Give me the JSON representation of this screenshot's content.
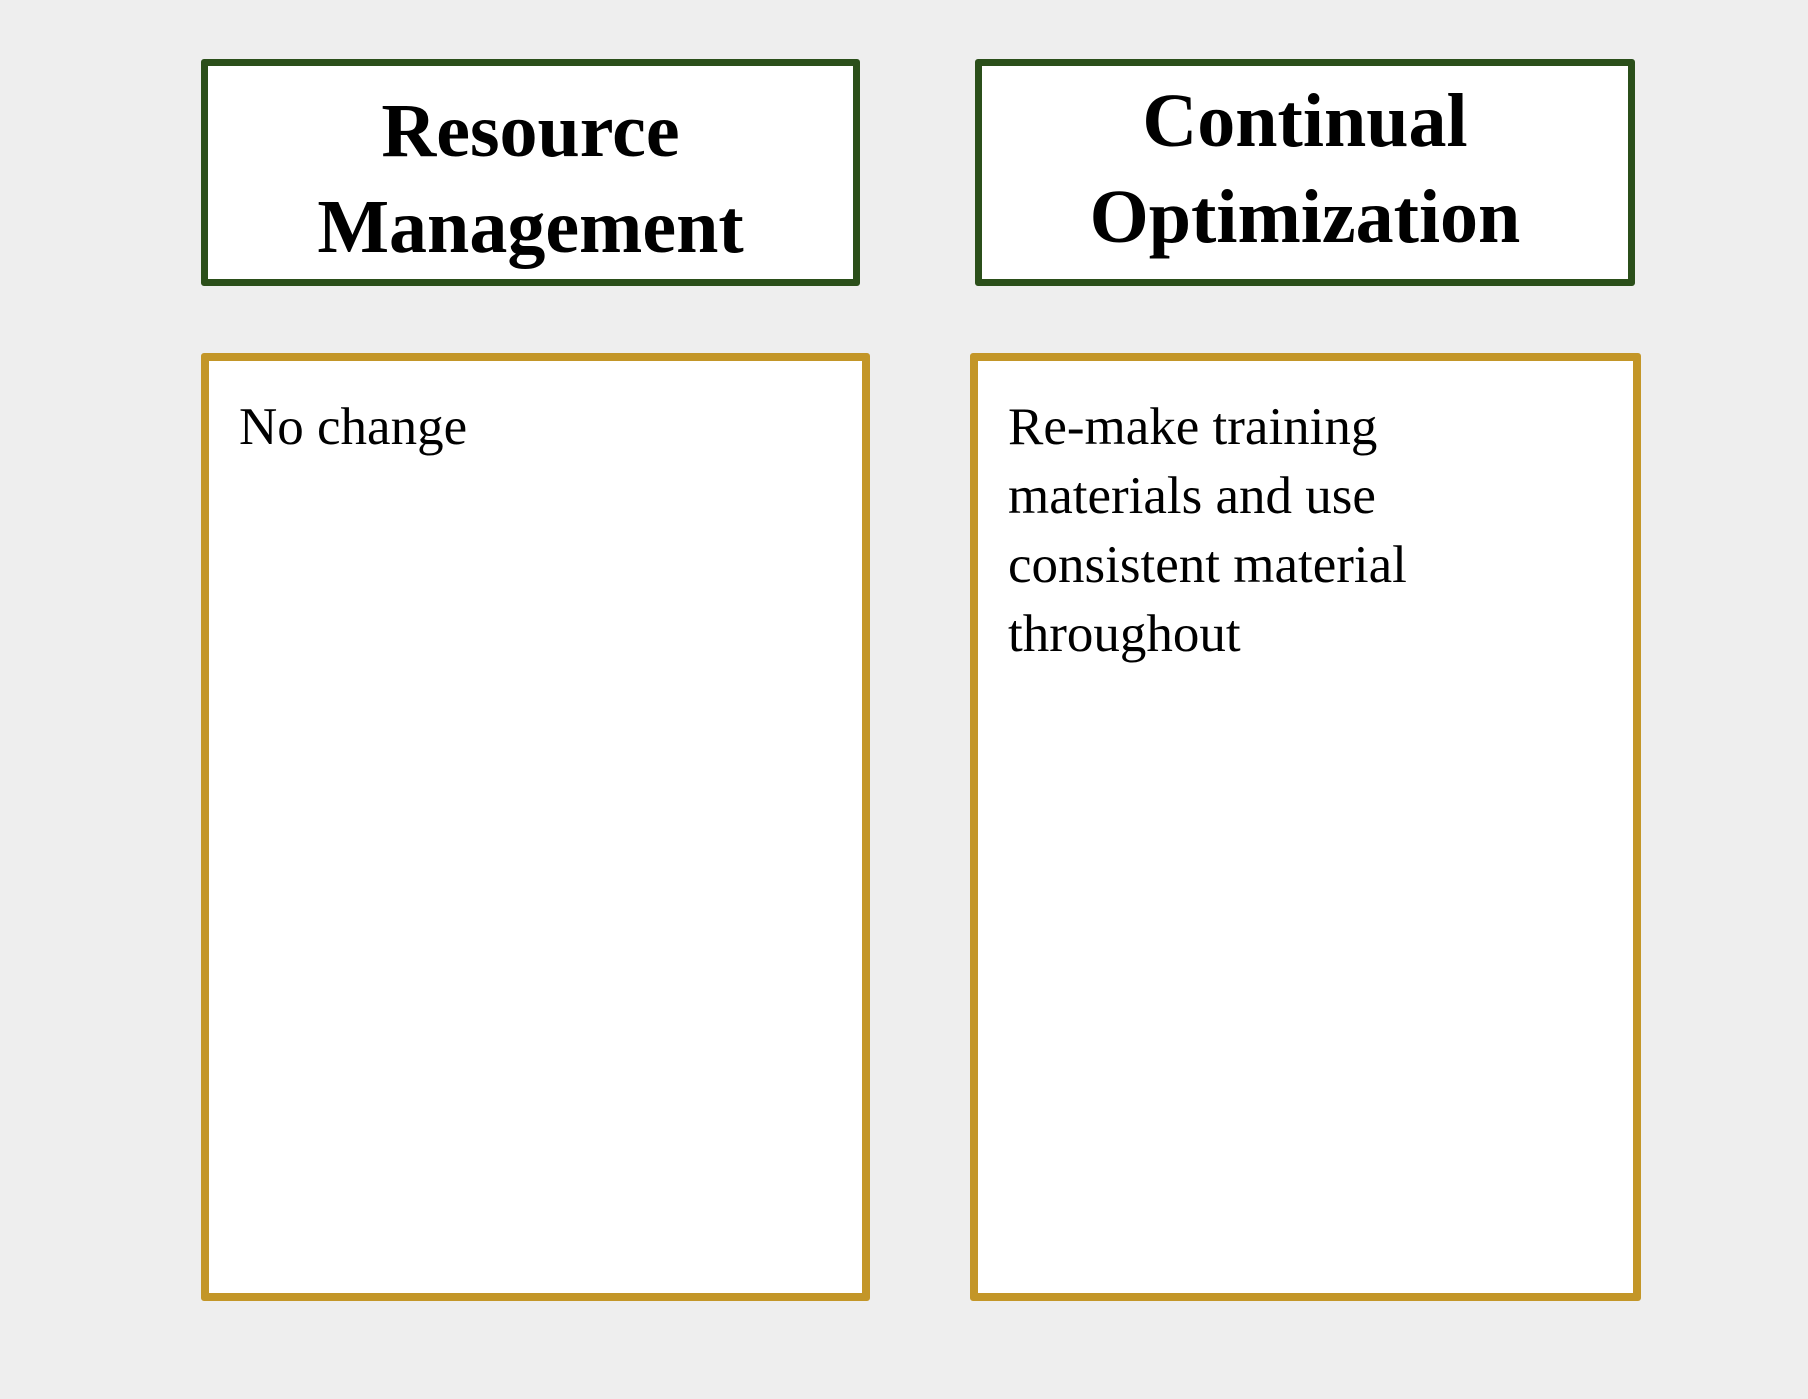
{
  "columns": [
    {
      "header": "Resource\nManagement",
      "content": "No change"
    },
    {
      "header": "Continual\nOptimization",
      "content": "Re-make training\nmaterials and use\nconsistent material\nthroughout"
    }
  ],
  "colors": {
    "background": "#eeeeee",
    "header_border": "#2b4f1a",
    "content_border": "#c39628"
  }
}
